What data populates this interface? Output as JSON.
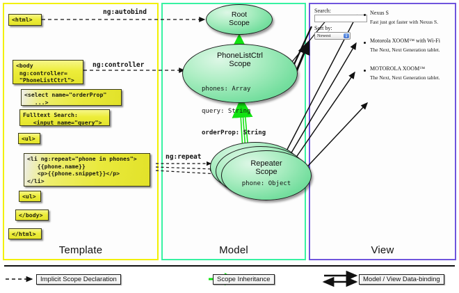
{
  "columns": {
    "template": {
      "label": "Template",
      "border_color": "#f2f000"
    },
    "model": {
      "label": "Model",
      "border_color": "#37f2a2"
    },
    "view": {
      "label": "View",
      "border_color": "#6f55dd"
    }
  },
  "template_boxes": [
    {
      "id": "html-open",
      "text": "<html>"
    },
    {
      "id": "body-open",
      "text": "<body\n ng:controller=\n \"PhoneListCtrl\">"
    },
    {
      "id": "select-tag",
      "text": "<select name=\"orderProp\"\n   ...>"
    },
    {
      "id": "search-input",
      "text": "Fulltext Search:\n   <input name=\"query\">"
    },
    {
      "id": "ul-open",
      "text": "<ul>"
    },
    {
      "id": "li-repeat",
      "text": "<li ng:repeat=\"phone in phones\">\n   {{phone.name}}\n   <p>{{phone.snippet}}</p>\n</li>"
    },
    {
      "id": "ul-close",
      "text": "<ul>"
    },
    {
      "id": "body-close",
      "text": "</body>"
    },
    {
      "id": "html-close",
      "text": "</html>"
    }
  ],
  "edge_labels": {
    "autobind": "ng:autobind",
    "controller": "ng:controller",
    "repeat": "ng:repeat"
  },
  "scopes": [
    {
      "id": "root",
      "title_line1": "Root",
      "title_line2": "Scope",
      "props": []
    },
    {
      "id": "ctrl",
      "title_line1": "PhoneListCtrl",
      "title_line2": "Scope",
      "props": [
        {
          "text": "phones: Array",
          "bold": false
        },
        {
          "text": "query: String",
          "bold": false
        },
        {
          "text": "orderProp: String",
          "bold": true
        }
      ]
    },
    {
      "id": "repeater",
      "title_line1": "Repeater",
      "title_line2": "Scope",
      "props": [
        {
          "text": "phone: Object",
          "bold": false
        }
      ]
    }
  ],
  "view": {
    "search_label": "Search:",
    "search_value": "",
    "sort_label": "Sort by:",
    "sort_selected": "Newest",
    "sort_options": [
      "Newest"
    ],
    "phones": [
      {
        "name": "Nexus S",
        "snippet": "Fast just got faster with Nexus S."
      },
      {
        "name": "Motorola XOOM™  with Wi-Fi",
        "snippet": "The Next, Next Generation tablet."
      },
      {
        "name": "MOTOROLA XOOM™",
        "snippet": "The Next, Next Generation tablet."
      }
    ]
  },
  "legend": [
    {
      "id": "implicit",
      "label": "Implicit Scope Declaration",
      "style": "dashed-arrow",
      "color": "#111111"
    },
    {
      "id": "inheritance",
      "label": "Scope Inheritance",
      "style": "solid-arrow",
      "color": "#12e212"
    },
    {
      "id": "databinding",
      "label": "Model / View Data-binding",
      "style": "double-arrow",
      "color": "#111111"
    }
  ]
}
